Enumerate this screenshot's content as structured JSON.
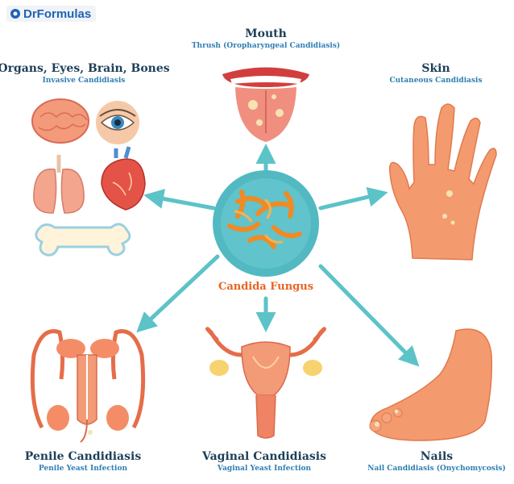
{
  "logo": {
    "text": "DrFormulas",
    "icon": "dr-formulas-logo-icon"
  },
  "center": {
    "label": "Candida Fungus",
    "color": "#e8641f",
    "circle_color": "#52b9c2"
  },
  "arrow_color": "#5cc3c8",
  "nodes": {
    "mouth": {
      "title": "Mouth",
      "subtitle": "Thrush (Oropharyngeal Candidiasis)"
    },
    "organs": {
      "title": "Organs, Eyes, Brain, Bones",
      "subtitle": "Invasive Candidiasis"
    },
    "skin": {
      "title": "Skin",
      "subtitle": "Cutaneous Candidiasis"
    },
    "penile": {
      "title": "Penile Candidiasis",
      "subtitle": "Penile Yeast Infection"
    },
    "vaginal": {
      "title": "Vaginal Candidiasis",
      "subtitle": "Vaginal Yeast Infection"
    },
    "nails": {
      "title": "Nails",
      "subtitle": "Nail Candidiasis (Onychomycosis)"
    }
  }
}
